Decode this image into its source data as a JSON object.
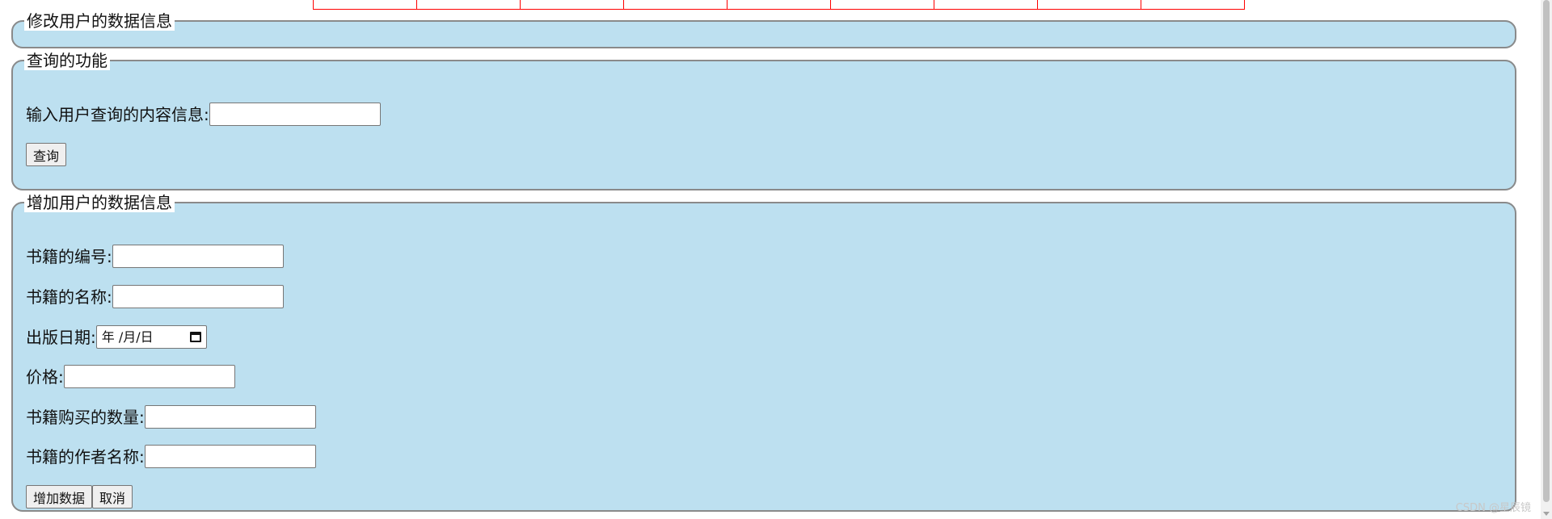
{
  "modify_section": {
    "legend": "修改用户的数据信息"
  },
  "query_section": {
    "legend": "查询的功能",
    "query_label": "输入用户查询的内容信息:",
    "query_value": "",
    "query_button": "查询"
  },
  "add_section": {
    "legend": "增加用户的数据信息",
    "fields": {
      "book_id_label": "书籍的编号:",
      "book_id_value": "",
      "book_name_label": "书籍的名称:",
      "book_name_value": "",
      "publish_date_label": "出版日期:",
      "publish_date_placeholder": "年 /月/日",
      "price_label": "价格:",
      "price_value": "",
      "quantity_label": "书籍购买的数量:",
      "quantity_value": "",
      "author_label": "书籍的作者名称:",
      "author_value": ""
    },
    "add_button": "增加数据",
    "cancel_button": "取消"
  },
  "watermark": "CSDN @星辰镜",
  "icons": {
    "calendar": "calendar-icon"
  },
  "colors": {
    "fieldset_background": "#bde0f0",
    "table_border": "#ff0000"
  }
}
